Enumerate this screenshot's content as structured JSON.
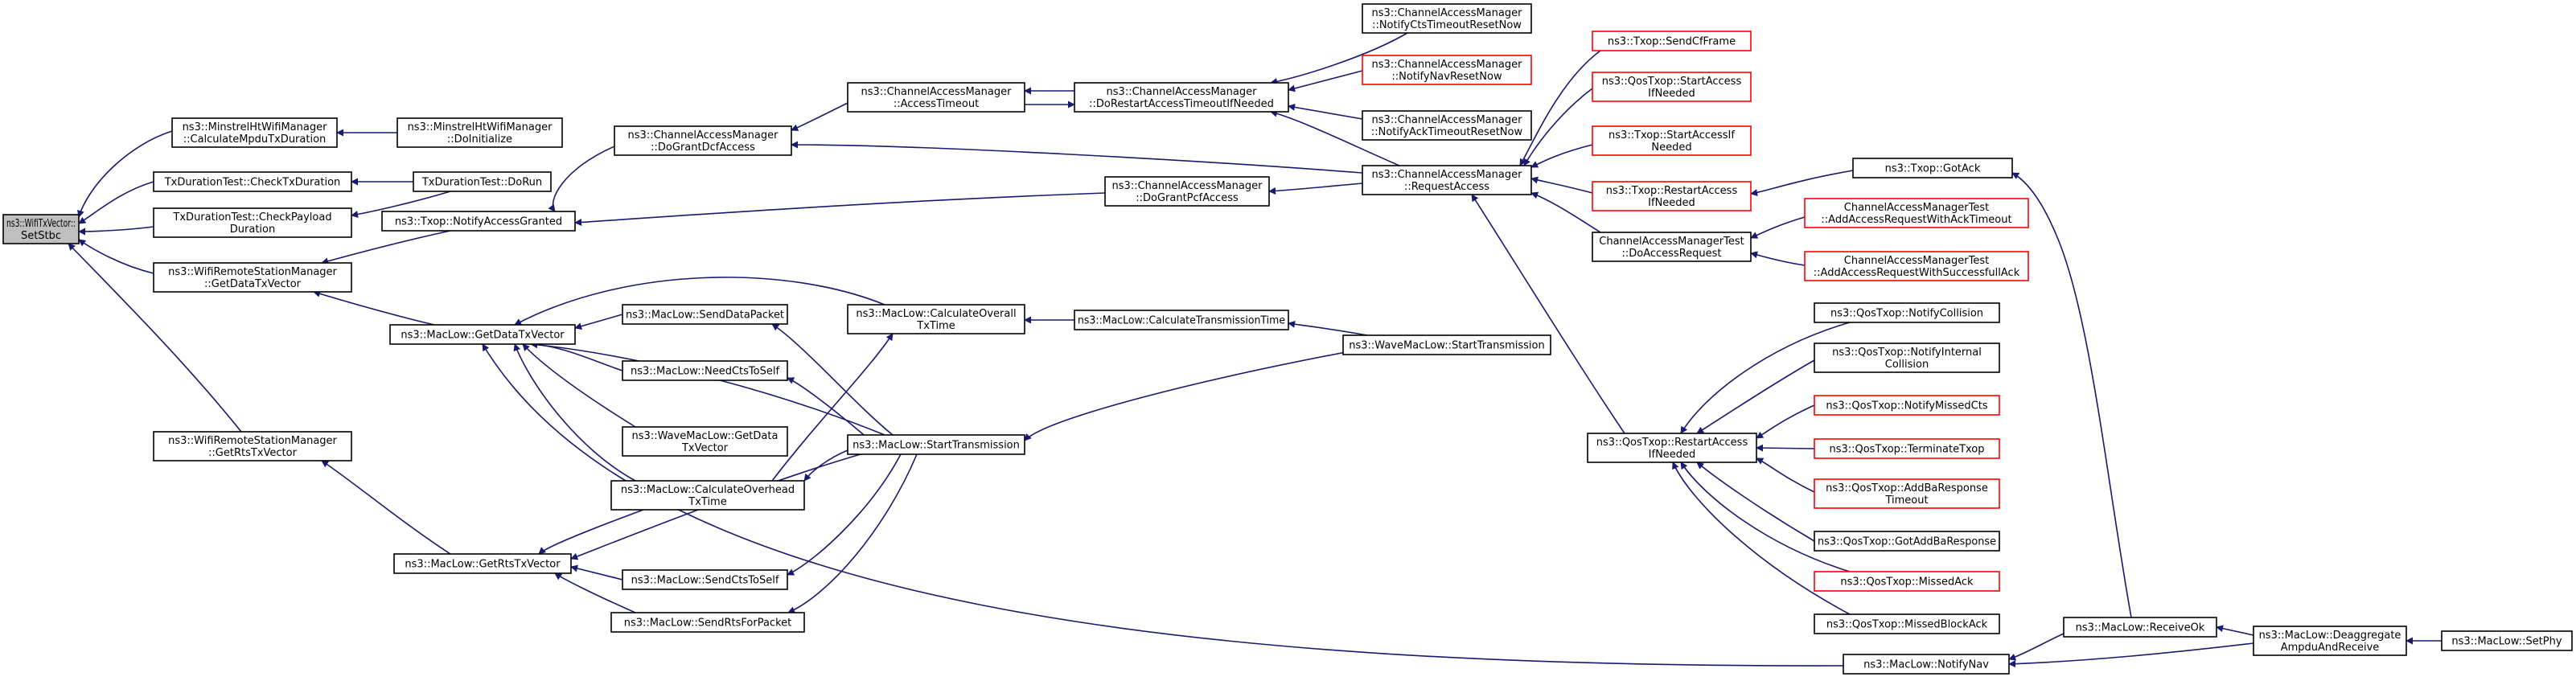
{
  "diagram": {
    "nodes": [
      {
        "id": "n0",
        "lines": [
          "ns3::WifiTxVector::",
          "SetStbc"
        ],
        "highlighted": true
      },
      {
        "id": "n1",
        "lines": [
          "ns3::MinstrelHtWifiManager",
          "::CalculateMpduTxDuration"
        ]
      },
      {
        "id": "n2",
        "lines": [
          "ns3::MinstrelHtWifiManager",
          "::DoInitialize"
        ]
      },
      {
        "id": "n3",
        "lines": [
          "TxDurationTest::CheckTxDuration"
        ]
      },
      {
        "id": "n4",
        "lines": [
          "TxDurationTest::DoRun"
        ]
      },
      {
        "id": "n5",
        "lines": [
          "TxDurationTest::CheckPayload",
          "Duration"
        ]
      },
      {
        "id": "n6",
        "lines": [
          "ns3::WifiRemoteStationManager",
          "::GetDataTxVector"
        ]
      },
      {
        "id": "n7",
        "lines": [
          "ns3::WifiRemoteStationManager",
          "::GetRtsTxVector"
        ]
      },
      {
        "id": "n8",
        "lines": [
          "ns3::ChannelAccessManager",
          "::DoGrantDcfAccess"
        ]
      },
      {
        "id": "n9",
        "lines": [
          "ns3::Txop::NotifyAccessGranted"
        ]
      },
      {
        "id": "n10",
        "lines": [
          "ns3::MacLow::GetDataTxVector"
        ]
      },
      {
        "id": "n11",
        "lines": [
          "ns3::MacLow::GetRtsTxVector"
        ]
      },
      {
        "id": "n12",
        "lines": [
          "ns3::MacLow::SendDataPacket"
        ]
      },
      {
        "id": "n13",
        "lines": [
          "ns3::MacLow::NeedCtsToSelf"
        ]
      },
      {
        "id": "n14",
        "lines": [
          "ns3::WaveMacLow::GetData",
          "TxVector"
        ]
      },
      {
        "id": "n15",
        "lines": [
          "ns3::MacLow::CalculateOverhead",
          "TxTime"
        ]
      },
      {
        "id": "n16",
        "lines": [
          "ns3::MacLow::SendCtsToSelf"
        ]
      },
      {
        "id": "n17",
        "lines": [
          "ns3::MacLow::SendRtsForPacket"
        ]
      },
      {
        "id": "n18",
        "lines": [
          "ns3::ChannelAccessManager",
          "::AccessTimeout"
        ]
      },
      {
        "id": "n19",
        "lines": [
          "ns3::MacLow::CalculateOverall",
          "TxTime"
        ]
      },
      {
        "id": "n20",
        "lines": [
          "ns3::MacLow::StartTransmission"
        ]
      },
      {
        "id": "n21",
        "lines": [
          "ns3::ChannelAccessManager",
          "::DoRestartAccessTimeoutIfNeeded"
        ]
      },
      {
        "id": "n22",
        "lines": [
          "ns3::ChannelAccessManager",
          "::DoGrantPcfAccess"
        ]
      },
      {
        "id": "n23",
        "lines": [
          "ns3::MacLow::CalculateTransmissionTime"
        ]
      },
      {
        "id": "n24",
        "lines": [
          "ns3::ChannelAccessManager",
          "::NotifyCtsTimeoutResetNow"
        ]
      },
      {
        "id": "n25",
        "lines": [
          "ns3::ChannelAccessManager",
          "::NotifyNavResetNow"
        ],
        "red": true
      },
      {
        "id": "n26",
        "lines": [
          "ns3::ChannelAccessManager",
          "::NotifyAckTimeoutResetNow"
        ]
      },
      {
        "id": "n27",
        "lines": [
          "ns3::ChannelAccessManager",
          "::RequestAccess"
        ]
      },
      {
        "id": "n28",
        "lines": [
          "ns3::WaveMacLow::StartTransmission"
        ]
      },
      {
        "id": "n29",
        "lines": [
          "ns3::MacLow::NotifyNav"
        ]
      },
      {
        "id": "n30",
        "lines": [
          "ns3::Txop::SendCfFrame"
        ],
        "red": true
      },
      {
        "id": "n31",
        "lines": [
          "ns3::QosTxop::StartAccess",
          "IfNeeded"
        ],
        "red": true
      },
      {
        "id": "n32",
        "lines": [
          "ns3::Txop::StartAccessIf",
          "Needed"
        ],
        "red": true
      },
      {
        "id": "n33",
        "lines": [
          "ns3::Txop::RestartAccess",
          "IfNeeded"
        ],
        "red": true
      },
      {
        "id": "n34",
        "lines": [
          "ChannelAccessManagerTest",
          "::DoAccessRequest"
        ]
      },
      {
        "id": "n35",
        "lines": [
          "ns3::QosTxop::RestartAccess",
          "IfNeeded"
        ]
      },
      {
        "id": "n36",
        "lines": [
          "ChannelAccessManagerTest",
          "::AddAccessRequestWithAckTimeout"
        ],
        "red": true
      },
      {
        "id": "n37",
        "lines": [
          "ChannelAccessManagerTest",
          "::AddAccessRequestWithSuccessfullAck"
        ],
        "red": true
      },
      {
        "id": "n38",
        "lines": [
          "ns3::QosTxop::NotifyCollision"
        ]
      },
      {
        "id": "n39",
        "lines": [
          "ns3::QosTxop::NotifyInternal",
          "Collision"
        ]
      },
      {
        "id": "n40",
        "lines": [
          "ns3::QosTxop::NotifyMissedCts"
        ],
        "red": true
      },
      {
        "id": "n41",
        "lines": [
          "ns3::QosTxop::TerminateTxop"
        ],
        "red": true
      },
      {
        "id": "n42",
        "lines": [
          "ns3::QosTxop::AddBaResponse",
          "Timeout"
        ],
        "red": true
      },
      {
        "id": "n43",
        "lines": [
          "ns3::QosTxop::GotAddBaResponse"
        ]
      },
      {
        "id": "n44",
        "lines": [
          "ns3::QosTxop::MissedAck"
        ],
        "red": true
      },
      {
        "id": "n45",
        "lines": [
          "ns3::QosTxop::MissedBlockAck"
        ]
      },
      {
        "id": "n46",
        "lines": [
          "ns3::Txop::GotAck"
        ]
      },
      {
        "id": "n47",
        "lines": [
          "ns3::MacLow::ReceiveOk"
        ]
      },
      {
        "id": "n48",
        "lines": [
          "ns3::MacLow::Deaggregate",
          "AmpduAndReceive"
        ]
      },
      {
        "id": "n49",
        "lines": [
          "ns3::MacLow::SetPhy"
        ]
      }
    ]
  }
}
